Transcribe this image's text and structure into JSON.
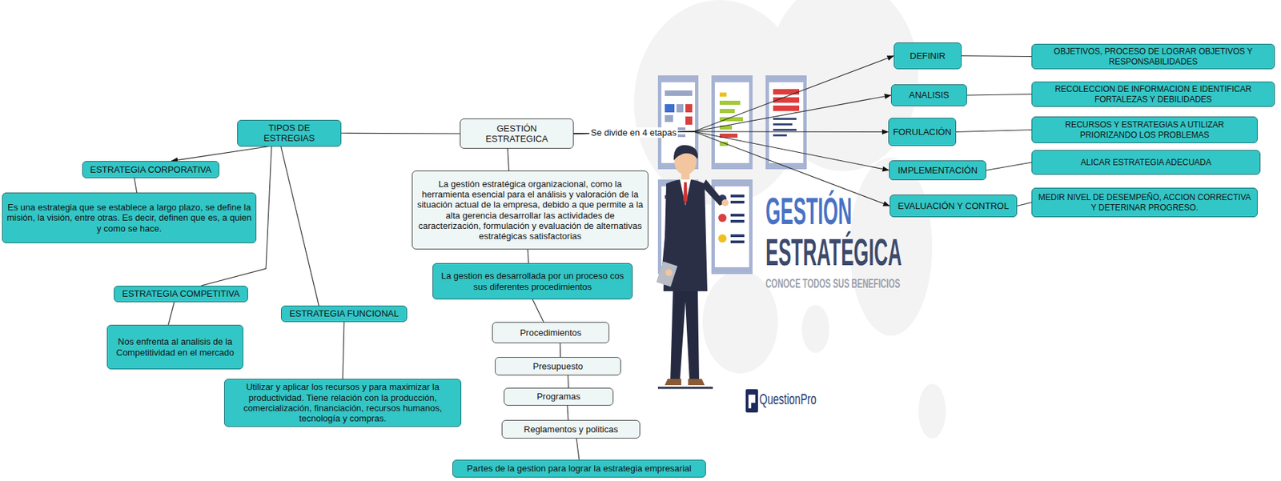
{
  "diagram": {
    "nodes": [
      {
        "text": [
          "TIPOS DE ESTREGIAS"
        ]
      },
      {
        "text": [
          "GESTIÓN ESTRATEGICA"
        ]
      },
      {
        "text": [
          "DEFINIR"
        ]
      },
      {
        "text": [
          "OBJETIVOS, PROCESO DE LOGRAR OBJETIVOS Y RESPONSABILIDADES"
        ]
      },
      {
        "text": [
          "ANALISIS"
        ]
      },
      {
        "text": [
          "RECOLECCION DE INFORMACION E IDENTIFICAR FORTALEZAS Y DEBILIDADES"
        ]
      },
      {
        "text": [
          "FORULACIÓN"
        ]
      },
      {
        "text": [
          "RECURSOS Y ESTRATEGIAS A UTILIZAR PRIORIZANDO LOS PROBLEMAS"
        ]
      },
      {
        "text": [
          "IMPLEMENTACIÓN"
        ]
      },
      {
        "text": [
          "ALICAR ESTRATEGIA ADECUADA"
        ]
      },
      {
        "text": [
          "EVALUACIÓN Y CONTROL"
        ]
      },
      {
        "text": [
          "MEDIR NIVEL DE DESEMPEÑO, ACCION CORRECTIVA Y DETERINAR PROGRESO."
        ]
      },
      {
        "text": [
          "ESTRATEGIA CORPORATIVA"
        ]
      },
      {
        "text": [
          "Es una estrategia que se establece a largo plazo, se define la misión, la visión, entre otras. Es decir, definen que es, a quien y como se hace."
        ]
      },
      {
        "text": [
          "ESTRATEGIA COMPETITIVA"
        ]
      },
      {
        "text": [
          "Nos enfrenta al analisis de la Competitividad en el mercado"
        ]
      },
      {
        "text": [
          "ESTRATEGIA FUNCIONAL"
        ]
      },
      {
        "text": [
          "Utilizar y aplicar los recursos y para maximizar la productividad. Tiene relación con la producción, comercialización, financiación, recursos humanos, tecnología y compras."
        ]
      },
      {
        "text": [
          "La gestión estratégica organizacional, como la herramienta esencial para el análisis y valoración de la situación actual de la empresa, debido a que permite a la alta gerencia desarrollar las actividades de caracterización, formulación y evaluación de alternativas estratégicas satisfactorias"
        ]
      },
      {
        "text": [
          "La gestion es desarrollada por un proceso cos sus diferentes procedimientos"
        ]
      },
      {
        "text": [
          "Procedimientos"
        ]
      },
      {
        "text": [
          "Presupuesto"
        ]
      },
      {
        "text": [
          "Programas"
        ]
      },
      {
        "text": [
          "Reglamentos y politicas"
        ]
      },
      {
        "text": [
          "Partes de la gestion para lograr la estrategia empresarial"
        ]
      }
    ],
    "edges": [
      {
        "from": 0,
        "to": 1,
        "arrow": "none"
      },
      {
        "from": 1,
        "to": 2,
        "arrow": "to"
      },
      {
        "from": 1,
        "to": 4,
        "arrow": "to"
      },
      {
        "from": 1,
        "to": 6,
        "arrow": "to",
        "label": "Se divide en 4 etapas"
      },
      {
        "from": 1,
        "to": 8,
        "arrow": "to"
      },
      {
        "from": 1,
        "to": 10,
        "arrow": "to"
      },
      {
        "from": 2,
        "to": 3,
        "arrow": "none"
      },
      {
        "from": 4,
        "to": 5,
        "arrow": "none"
      },
      {
        "from": 6,
        "to": 7,
        "arrow": "none"
      },
      {
        "from": 8,
        "to": 9,
        "arrow": "none"
      },
      {
        "from": 10,
        "to": 11,
        "arrow": "none"
      },
      {
        "from": 0,
        "to": 12,
        "arrow": "to"
      },
      {
        "from": 12,
        "to": 13,
        "arrow": "none"
      },
      {
        "from": 0,
        "to": 14,
        "arrow": "none"
      },
      {
        "from": 14,
        "to": 15,
        "arrow": "none"
      },
      {
        "from": 0,
        "to": 16,
        "arrow": "none"
      },
      {
        "from": 16,
        "to": 17,
        "arrow": "none"
      },
      {
        "from": 1,
        "to": 18,
        "arrow": "none"
      },
      {
        "from": 18,
        "to": 19,
        "arrow": "none"
      },
      {
        "from": 19,
        "to": 20,
        "arrow": "none"
      },
      {
        "from": 20,
        "to": 21,
        "arrow": "none"
      },
      {
        "from": 21,
        "to": 22,
        "arrow": "none"
      },
      {
        "from": 22,
        "to": 23,
        "arrow": "none"
      },
      {
        "from": 23,
        "to": 24,
        "arrow": "none"
      }
    ],
    "labels": [
      "GESTIÓN",
      "ESTRATÉGICA",
      "CONOCE TODOS SUS BENEFICIOS",
      "QuestionPro"
    ]
  }
}
